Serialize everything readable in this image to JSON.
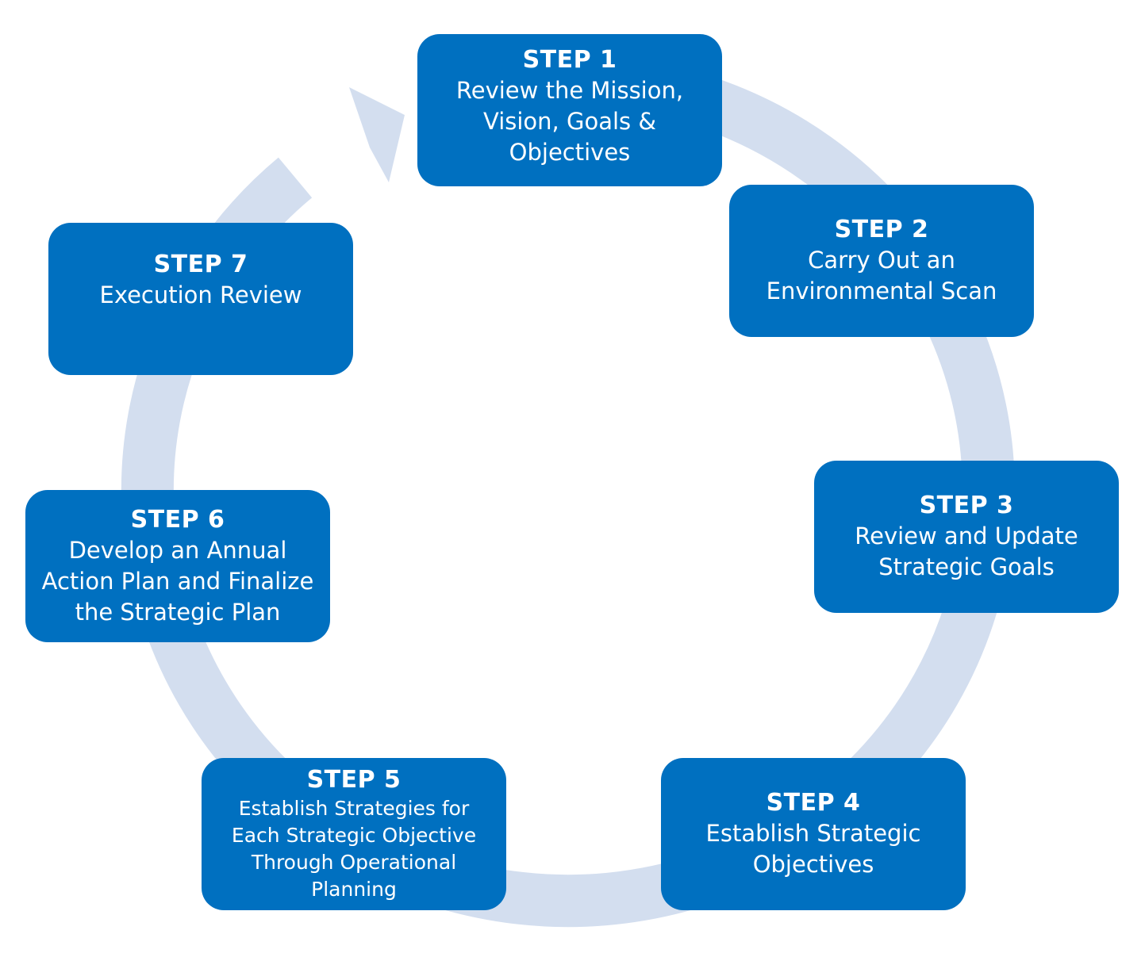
{
  "colors": {
    "box_fill": "#0070c0",
    "box_text": "#ffffff",
    "cycle_ring": "#d3deef",
    "background": "#ffffff"
  },
  "steps": [
    {
      "number": "STEP 1",
      "text": "Review the Mission,\nVision, Goals &\nObjectives"
    },
    {
      "number": "STEP 2",
      "text": "Carry Out an\nEnvironmental Scan"
    },
    {
      "number": "STEP 3",
      "text": "Review and Update\nStrategic Goals"
    },
    {
      "number": "STEP 4",
      "text": "Establish Strategic\nObjectives"
    },
    {
      "number": "STEP 5",
      "text": "Establish Strategies for\nEach Strategic Objective\nThrough Operational\nPlanning"
    },
    {
      "number": "STEP 6",
      "text": "Develop an Annual\nAction Plan and Finalize\nthe Strategic Plan"
    },
    {
      "number": "STEP 7",
      "text": "Execution Review"
    }
  ]
}
